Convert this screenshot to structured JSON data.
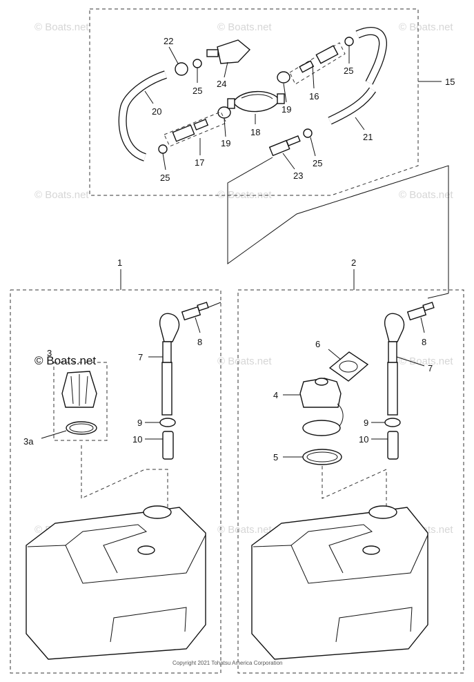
{
  "watermark": "© Boats.net",
  "copyright": "Copyright 2021 Tohatsu America Corporation",
  "callouts": {
    "c1": "1",
    "c2": "2",
    "c3": "3",
    "c3a": "3a",
    "c4": "4",
    "c5": "5",
    "c6": "6",
    "c7": "7",
    "c8": "8",
    "c9": "9",
    "c10": "10",
    "c15": "15",
    "c16": "16",
    "c17": "17",
    "c18": "18",
    "c19": "19",
    "c20": "20",
    "c21": "21",
    "c22": "22",
    "c23": "23",
    "c24": "24",
    "c25": "25"
  }
}
